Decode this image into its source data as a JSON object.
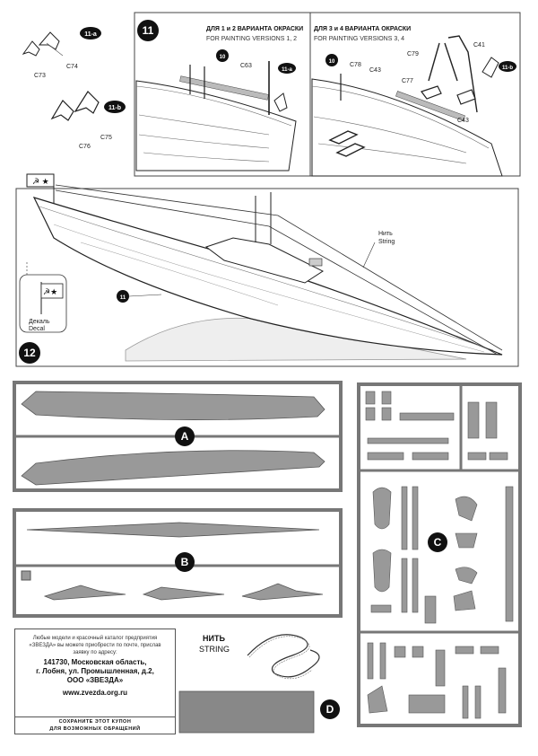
{
  "step11": {
    "number": "11",
    "header_left_ru": "ДЛЯ 1 и 2 ВАРИАНТА ОКРАСКИ",
    "header_left_en": "FOR PAINTING VERSIONS  1, 2",
    "header_right_ru": "ДЛЯ 3 и 4 ВАРИАНТА ОКРАСКИ",
    "header_right_en": "FOR PAINTING VERSIONS  3, 4",
    "sub_a": "11-a",
    "sub_b": "11-b",
    "callout_10": "10",
    "parts": {
      "c73": "C73",
      "c74": "C74",
      "c75": "C75",
      "c76": "C76",
      "c63": "C63",
      "c78": "C78",
      "c43": "C43",
      "c79": "C79",
      "c41": "C41",
      "c77": "C77",
      "c43b": "C43"
    }
  },
  "step12": {
    "number": "12",
    "callout_11": "11",
    "string_ru": "Нить",
    "string_en": "String",
    "decal_ru": "Декаль",
    "decal_en": "Decal"
  },
  "sprues": {
    "a_label": "A",
    "b_label": "B",
    "c_label": "C",
    "d_label": "D"
  },
  "string_label_ru": "НИТЬ",
  "string_label_en": "STRING",
  "coupon": {
    "intro": "Любые модели и красочный каталог предприятия «ЗВЕЗДА» вы можете приобрести по почте, прислав заявку по адресу:",
    "line1": "141730, Московская область,",
    "line2": "г. Лобня, ул. Промышленная, д.2,",
    "line3": "ООО «ЗВЕЗДА»",
    "web": "www.zvezda.org.ru",
    "footer1": "СОХРАНИТЕ ЭТОТ КУПОН",
    "footer2": "ДЛЯ ВОЗМОЖНЫХ ОБРАЩЕНИЙ"
  }
}
